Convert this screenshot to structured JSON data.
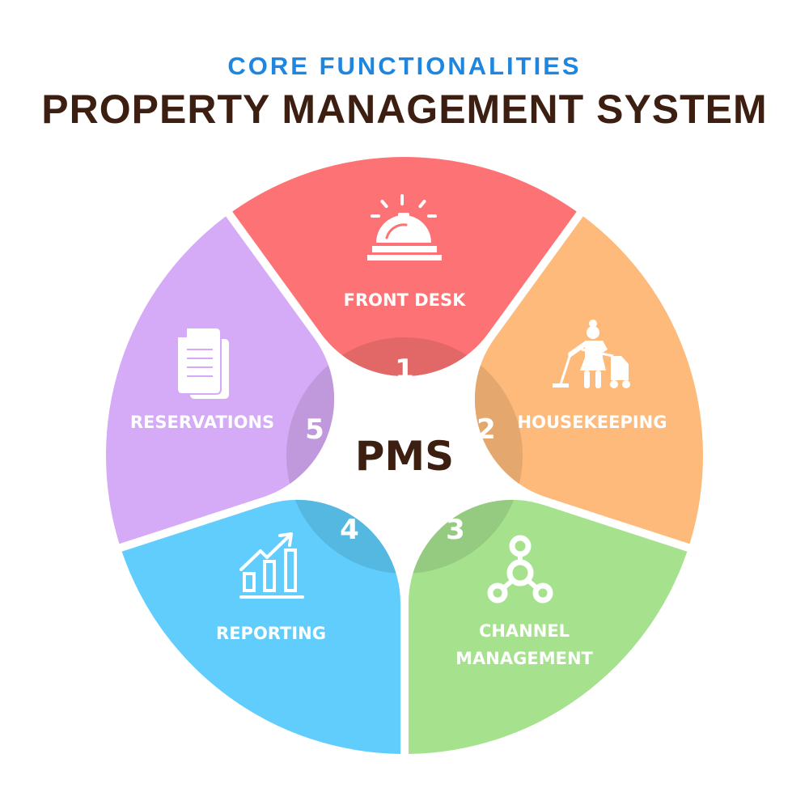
{
  "header": {
    "subtitle": "CORE FUNCTIONALITIES",
    "title": "PROPERTY MANAGEMENT SYSTEM"
  },
  "center": {
    "label": "PMS"
  },
  "segments": [
    {
      "number": "1",
      "label_lines": [
        "FRONT DESK"
      ],
      "icon": "service-bell-icon",
      "color": "#fd7274",
      "dark": "#e26767"
    },
    {
      "number": "2",
      "label_lines": [
        "HOUSEKEEPING"
      ],
      "icon": "housekeeper-vacuum-icon",
      "color": "#fdba7a",
      "dark": "#e4a76d"
    },
    {
      "number": "3",
      "label_lines": [
        "CHANNEL",
        "MANAGEMENT"
      ],
      "icon": "network-nodes-icon",
      "color": "#a6e28e",
      "dark": "#95cb80"
    },
    {
      "number": "4",
      "label_lines": [
        "REPORTING"
      ],
      "icon": "growth-chart-icon",
      "color": "#61cdfd",
      "dark": "#55b8e0"
    },
    {
      "number": "5",
      "label_lines": [
        "RESERVATIONS"
      ],
      "icon": "documents-icon",
      "color": "#d5aaf6",
      "dark": "#c098dc"
    }
  ]
}
